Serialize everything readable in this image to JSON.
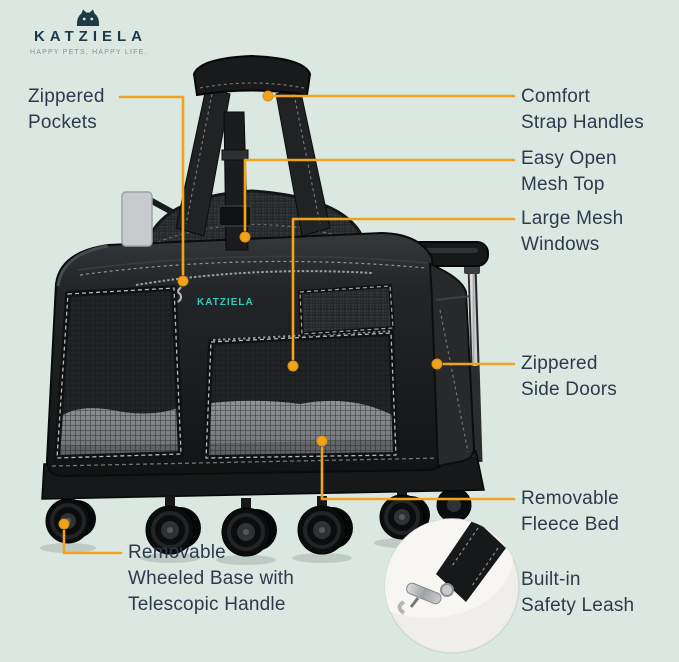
{
  "brand": {
    "name": "KATZIELA",
    "tagline": "HAPPY PETS, HAPPY LIFE."
  },
  "product": {
    "bag_logo": "KATZIELA"
  },
  "features": [
    {
      "id": "zippered-pockets",
      "label": "Zippered\nPockets"
    },
    {
      "id": "comfort-strap-handles",
      "label": "Comfort\nStrap Handles"
    },
    {
      "id": "easy-open-mesh-top",
      "label": "Easy Open\nMesh Top"
    },
    {
      "id": "large-mesh-windows",
      "label": "Large Mesh\nWindows"
    },
    {
      "id": "zippered-side-doors",
      "label": "Zippered\nSide Doors"
    },
    {
      "id": "removable-fleece-bed",
      "label": "Removable\nFleece Bed"
    },
    {
      "id": "built-in-safety-leash",
      "label": "Built-in\nSafety Leash"
    },
    {
      "id": "removable-wheeled-base",
      "label": "Removable\nWheeled Base with\nTelescopic Handle"
    }
  ],
  "colors": {
    "background": "#dbe8e1",
    "accent_orange": "#f2a31e",
    "text": "#2c3b4c",
    "brand_ink": "#1d3a44",
    "bag_logo_teal": "#38c7bd"
  }
}
